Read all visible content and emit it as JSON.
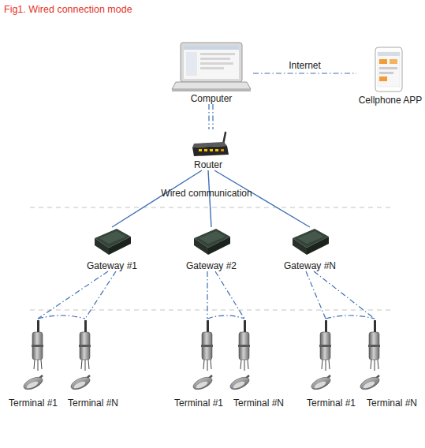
{
  "diagram": {
    "title": "Fig1. Wired connection mode",
    "nodes": [
      {
        "text": [
          "Computer"
        ]
      },
      {
        "text": [
          "Cellphone APP"
        ]
      },
      {
        "text": [
          "Router"
        ]
      },
      {
        "text": [
          "Gateway #1"
        ]
      },
      {
        "text": [
          "Gateway #2"
        ]
      },
      {
        "text": [
          "Gateway #N"
        ]
      },
      {
        "text": [
          "Terminal #1"
        ]
      },
      {
        "text": [
          "Terminal #N"
        ]
      },
      {
        "text": [
          "Terminal #1"
        ]
      },
      {
        "text": [
          "Terminal #N"
        ]
      },
      {
        "text": [
          "Terminal #1"
        ]
      },
      {
        "text": [
          "Terminal #N"
        ]
      }
    ],
    "edges": [
      {
        "from": 0,
        "to": 1,
        "label": "Internet",
        "arrow": "none"
      },
      {
        "from": 0,
        "to": 2,
        "arrow": "none"
      },
      {
        "from": 2,
        "to": 3,
        "arrow": "none"
      },
      {
        "from": 2,
        "to": 4,
        "arrow": "none"
      },
      {
        "from": 2,
        "to": 5,
        "arrow": "none"
      },
      {
        "from": 3,
        "to": 6,
        "arrow": "none"
      },
      {
        "from": 3,
        "to": 7,
        "arrow": "none"
      },
      {
        "from": 4,
        "to": 8,
        "arrow": "none"
      },
      {
        "from": 4,
        "to": 9,
        "arrow": "none"
      },
      {
        "from": 5,
        "to": 10,
        "arrow": "none"
      },
      {
        "from": 5,
        "to": 11,
        "arrow": "none"
      },
      {
        "from": 6,
        "to": 7,
        "arrow": "none"
      },
      {
        "from": 8,
        "to": 9,
        "arrow": "none"
      },
      {
        "from": 10,
        "to": 11,
        "arrow": "none"
      }
    ],
    "labels": [
      "Wired communication"
    ]
  }
}
